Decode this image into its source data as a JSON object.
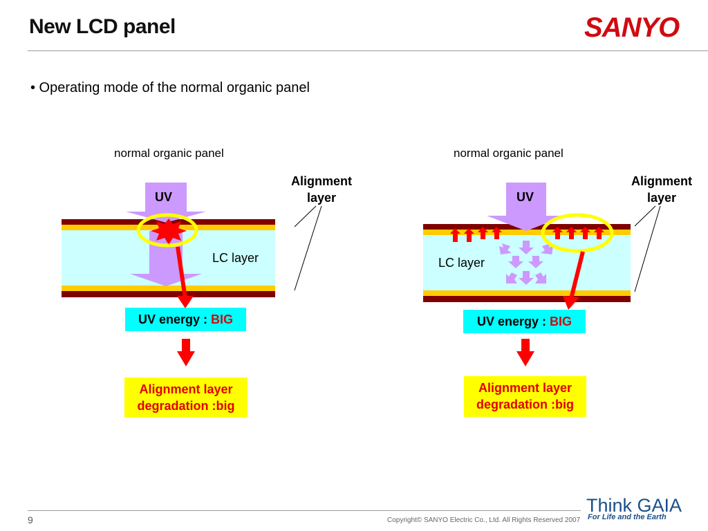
{
  "header": {
    "title": "New LCD panel",
    "logo_text": "SANYO",
    "bullet": "• Operating mode of the normal organic panel"
  },
  "panels": [
    {
      "caption": "normal organic panel",
      "uv": "UV",
      "alignment_label": [
        "Alignment",
        "layer"
      ],
      "lc_layer": "LC layer",
      "energy_prefix": "UV energy : ",
      "energy_value": "BIG",
      "result": [
        "Alignment layer",
        "degradation :big"
      ]
    },
    {
      "caption": "normal organic panel",
      "uv": "UV",
      "alignment_label": [
        "Alignment",
        "layer"
      ],
      "lc_layer": "LC layer",
      "energy_prefix": "UV energy : ",
      "energy_value": "BIG",
      "result": [
        "Alignment layer",
        "degradation :big"
      ]
    }
  ],
  "footer": {
    "page_number": "9",
    "copyright": "Copyright© SANYO Electric Co., Ltd. All Rights Reserved 2007",
    "brand": "Think GAIA",
    "brand_tagline": "For Life and the Earth"
  },
  "colors": {
    "uv_arrow": "#cc99ff",
    "lc_fill": "#ccffff",
    "substrate": "#800000",
    "alignment": "#ffcc00",
    "red": "#ff0000",
    "highlight_ring": "#ffff00",
    "energy_box": "#00ffff",
    "result_box": "#ffff00"
  }
}
